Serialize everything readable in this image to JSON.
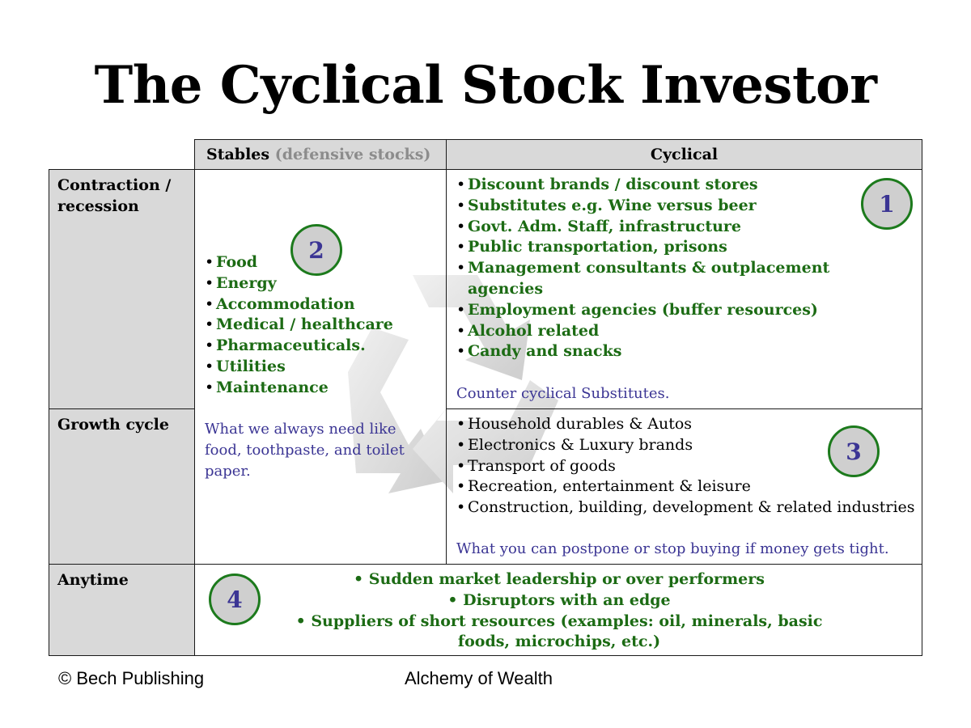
{
  "title": "The Cyclical Stock Investor",
  "columns": {
    "stables_label": "Stables",
    "stables_sub": "(defensive stocks)",
    "cyclical_label": "Cyclical"
  },
  "rows": {
    "contraction": "Contraction / recession",
    "growth": "Growth cycle",
    "anytime": "Anytime"
  },
  "badges": {
    "b1": "1",
    "b2": "2",
    "b3": "3",
    "b4": "4"
  },
  "stables": {
    "items": [
      "Food",
      "Energy",
      "Accommodation",
      "Medical / healthcare",
      "Pharmaceuticals.",
      "Utilities",
      "Maintenance"
    ],
    "note": "What we always need like food, toothpaste, and toilet paper."
  },
  "contraction_cyclical": {
    "items": [
      "Discount brands / discount stores",
      "Substitutes e.g. Wine versus beer",
      "Govt. Adm. Staff, infrastructure",
      "Public transportation, prisons",
      "Management consultants & outplacement agencies",
      "Employment agencies (buffer resources)",
      "Alcohol related",
      "Candy and snacks"
    ],
    "note": "Counter cyclical Substitutes."
  },
  "growth_cyclical": {
    "items": [
      "Household durables & Autos",
      "Electronics & Luxury brands",
      "Transport of goods",
      "Recreation, entertainment & leisure",
      "Construction, building, development & related industries"
    ],
    "note": "What you can postpone or stop buying if money gets tight."
  },
  "anytime": {
    "items": [
      "Sudden market leadership or over performers",
      "Disruptors with an edge",
      "Suppliers of short resources (examples: oil, minerals, basic foods, microchips, etc.)"
    ]
  },
  "footer": {
    "left": "© Bech Publishing",
    "center": "Alchemy of Wealth"
  },
  "icons": {
    "watermark": "recycle-arrows-icon"
  }
}
